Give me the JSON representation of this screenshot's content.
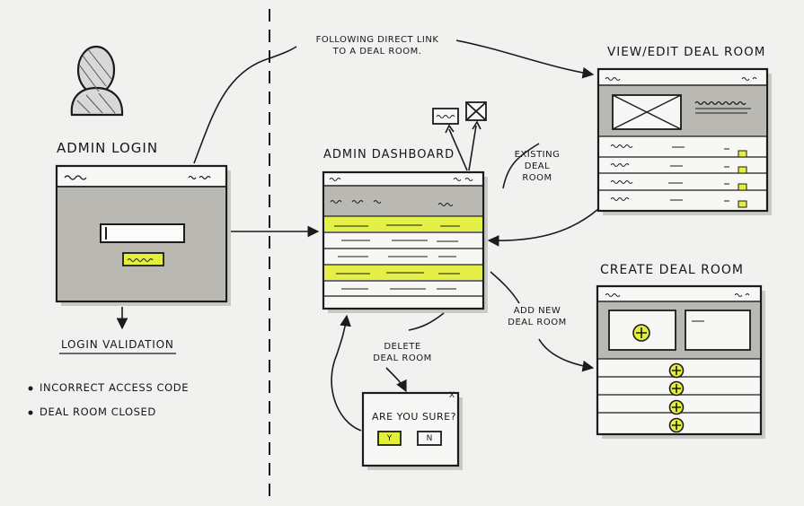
{
  "titles": {
    "admin_login": "Admin Login",
    "admin_dashboard": "Admin Dashboard",
    "view_edit": "View/Edit Deal Room",
    "create": "Create Deal Room",
    "login_validation": "Login Validation"
  },
  "annotations": {
    "direct_link": [
      "Following direct link",
      "to a deal room."
    ],
    "existing": [
      "Existing",
      "Deal",
      "Room"
    ],
    "add_new": [
      "Add New",
      "Deal Room"
    ],
    "delete": [
      "Delete",
      "Deal Room"
    ]
  },
  "validation_items": [
    "Incorrect Access Code",
    "Deal Room Closed"
  ],
  "dialog": {
    "question": "Are you sure?",
    "yes": "Y",
    "no": "N",
    "close": "x"
  },
  "colors": {
    "highlight": "#e3ef3b",
    "panel_gray": "#b9b8b3",
    "paper": "#f1f1ef",
    "ink": "#1b1b1b"
  }
}
